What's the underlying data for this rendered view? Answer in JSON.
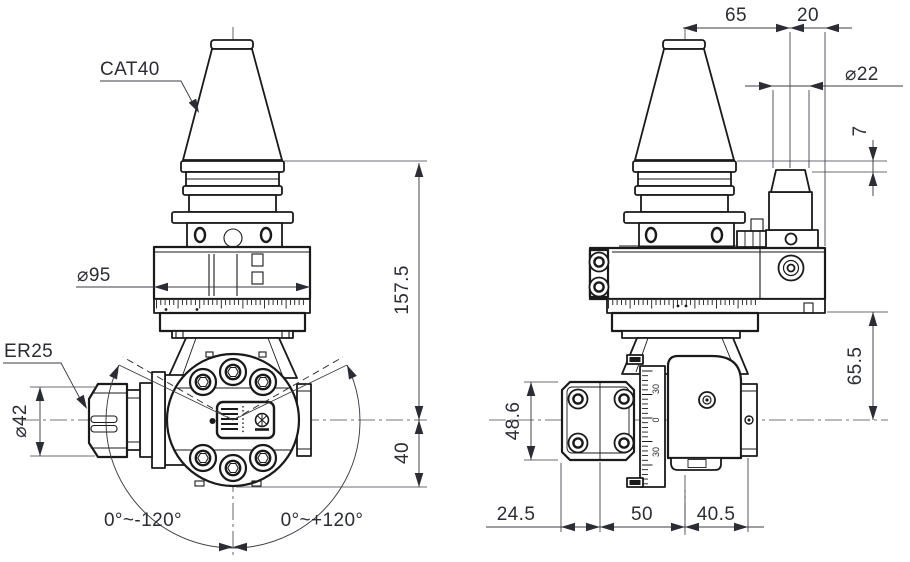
{
  "drawing": {
    "line_color": "#1a1a1a",
    "dim_color": "#2a2d34",
    "front_view": {
      "labels": {
        "taper": "CAT40",
        "collet": "ER25"
      },
      "dimensions": {
        "housing_diameter": "⌀95",
        "collet_nut_diameter": "⌀42",
        "gauge_to_spindle_axis": "157.5",
        "spindle_axis_to_nose": "40",
        "swivel_range_left": "0°~-120°",
        "swivel_range_right": "0°~+120°"
      }
    },
    "side_view": {
      "dimensions": {
        "axis_to_stop_pin": "65",
        "stop_pin_to_edge": "20",
        "stop_pin_diameter": "⌀22",
        "pin_gauge_clearance": "7",
        "housing_bottom_to_axis": "65.5",
        "nose_flange_height": "48.6",
        "bottom_left": "24.5",
        "bottom_middle": "50",
        "bottom_right": "40.5"
      },
      "swivel_scale_labels": {
        "upper": "30",
        "middle": "0",
        "lower": "30"
      }
    }
  }
}
